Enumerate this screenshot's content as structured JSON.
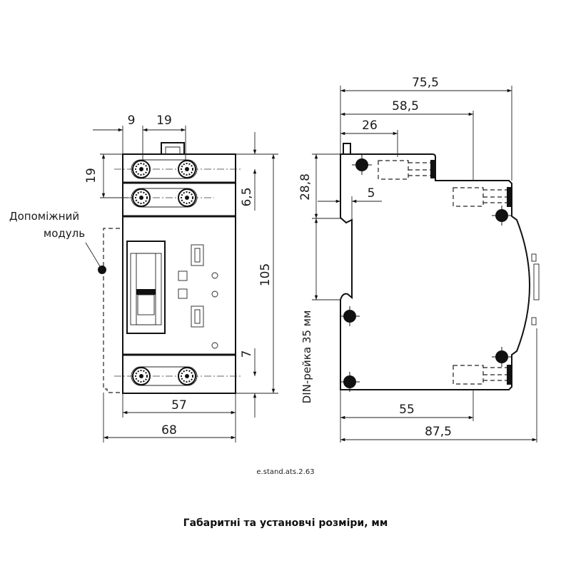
{
  "front_view": {
    "dims": {
      "d9": "9",
      "d19_top": "19",
      "d19_left": "19",
      "d6_5": "6,5",
      "d105": "105",
      "d7": "7",
      "d57": "57",
      "d68": "68"
    },
    "aux_module_label": [
      "Допоміжний",
      "модуль"
    ]
  },
  "side_view": {
    "dims": {
      "d75_5": "75,5",
      "d58_5": "58,5",
      "d26": "26",
      "d28_8": "28,8",
      "d5": "5",
      "d55": "55",
      "d87_5": "87,5"
    },
    "din_rail_label": "DIN-рейка 35 мм"
  },
  "drawing_code": "e.stand.ats.2.63",
  "caption": "Габаритні та установчі розміри, мм",
  "colors": {
    "line": "#111111",
    "background": "#ffffff"
  }
}
